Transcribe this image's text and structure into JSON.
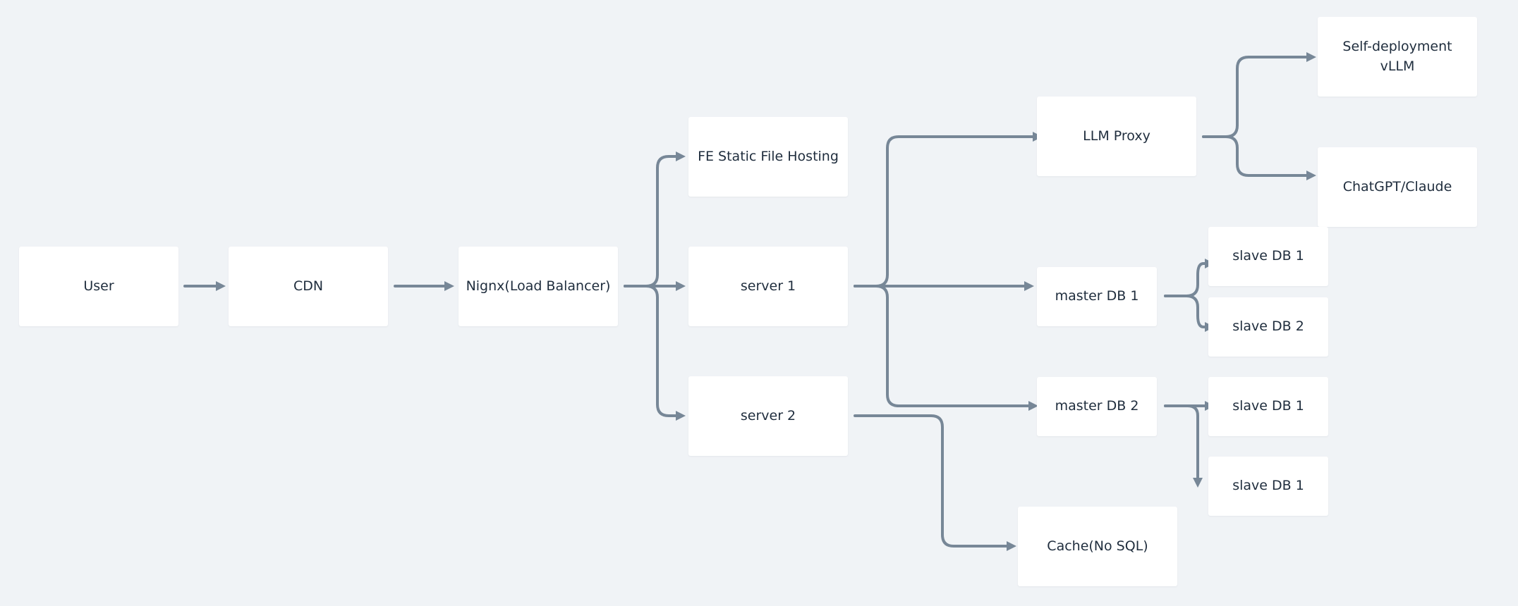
{
  "diagram": {
    "colors": {
      "background": "#f0f3f6",
      "node_fill": "#ffffff",
      "node_text": "#1f2d3d",
      "connector": "#778797"
    },
    "nodes": {
      "user": "User",
      "cdn": "CDN",
      "load_balancer": "Nignx(Load Balancer)",
      "fe_static": "FE Static File Hosting",
      "server1": "server 1",
      "server2": "server 2",
      "llm_proxy": "LLM Proxy",
      "self_vllm": "Self-deployment vLLM",
      "chatgpt_claude": "ChatGPT/Claude",
      "master_db1": "master DB 1",
      "master_db2": "master DB 2",
      "m1_slave1": "slave DB 1",
      "m1_slave2": "slave DB 2",
      "m2_slave_a": "slave DB 1",
      "m2_slave_b": "slave DB 1",
      "cache": "Cache(No SQL)"
    },
    "connections": [
      [
        "user",
        "cdn"
      ],
      [
        "cdn",
        "load_balancer"
      ],
      [
        "load_balancer",
        "fe_static"
      ],
      [
        "load_balancer",
        "server1"
      ],
      [
        "load_balancer",
        "server2"
      ],
      [
        "server1",
        "llm_proxy"
      ],
      [
        "server1",
        "master_db1"
      ],
      [
        "server1",
        "master_db2"
      ],
      [
        "server2",
        "cache"
      ],
      [
        "llm_proxy",
        "self_vllm"
      ],
      [
        "llm_proxy",
        "chatgpt_claude"
      ],
      [
        "master_db1",
        "m1_slave1"
      ],
      [
        "master_db1",
        "m1_slave2"
      ],
      [
        "master_db2",
        "m2_slave_a"
      ],
      [
        "master_db2",
        "m2_slave_b"
      ]
    ]
  }
}
